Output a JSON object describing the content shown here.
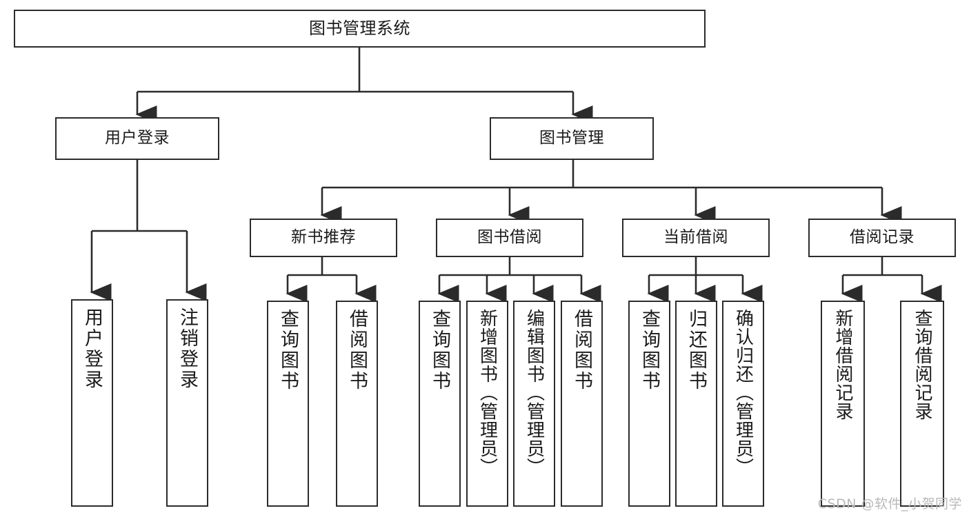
{
  "diagram": {
    "title": "图书管理系统",
    "type": "tree-hierarchy-diagram",
    "colors": {
      "node_border": "#2b2b2b",
      "node_fill": "#ffffff",
      "edge": "#2b2b2b",
      "text": "#1a1a1a",
      "watermark": "#b9b9b9",
      "background": "#ffffff"
    },
    "watermark": "CSDN @软件_小贺同学",
    "nodes": {
      "root": {
        "label": "图书管理系统"
      },
      "level2": [
        {
          "id": "user-login",
          "label": "用户登录"
        },
        {
          "id": "book-management",
          "label": "图书管理"
        }
      ],
      "level3": [
        {
          "id": "new-book-recommend",
          "label": "新书推荐"
        },
        {
          "id": "book-borrow",
          "label": "图书借阅"
        },
        {
          "id": "current-borrow",
          "label": "当前借阅"
        },
        {
          "id": "borrow-record",
          "label": "借阅记录"
        }
      ],
      "leaves": {
        "user-login": [
          {
            "id": "leaf-user-login",
            "label": "用户登录"
          },
          {
            "id": "leaf-logout-login",
            "label": "注销登录"
          }
        ],
        "new-book-recommend": [
          {
            "id": "leaf-query-book-1",
            "label": "查询图书"
          },
          {
            "id": "leaf-borrow-book-1",
            "label": "借阅图书"
          }
        ],
        "book-borrow": [
          {
            "id": "leaf-query-book-2",
            "label": "查询图书"
          },
          {
            "id": "leaf-add-book",
            "label": "新增图书（管理员）"
          },
          {
            "id": "leaf-edit-book",
            "label": "编辑图书（管理员）"
          },
          {
            "id": "leaf-borrow-book-2",
            "label": "借阅图书"
          }
        ],
        "current-borrow": [
          {
            "id": "leaf-query-book-3",
            "label": "查询图书"
          },
          {
            "id": "leaf-return-book",
            "label": "归还图书"
          },
          {
            "id": "leaf-confirm-return",
            "label": "确认归还（管理员）"
          }
        ],
        "borrow-record": [
          {
            "id": "leaf-add-borrow-record",
            "label": "新增借阅记录"
          },
          {
            "id": "leaf-query-borrow-record",
            "label": "查询借阅记录"
          }
        ]
      }
    }
  }
}
